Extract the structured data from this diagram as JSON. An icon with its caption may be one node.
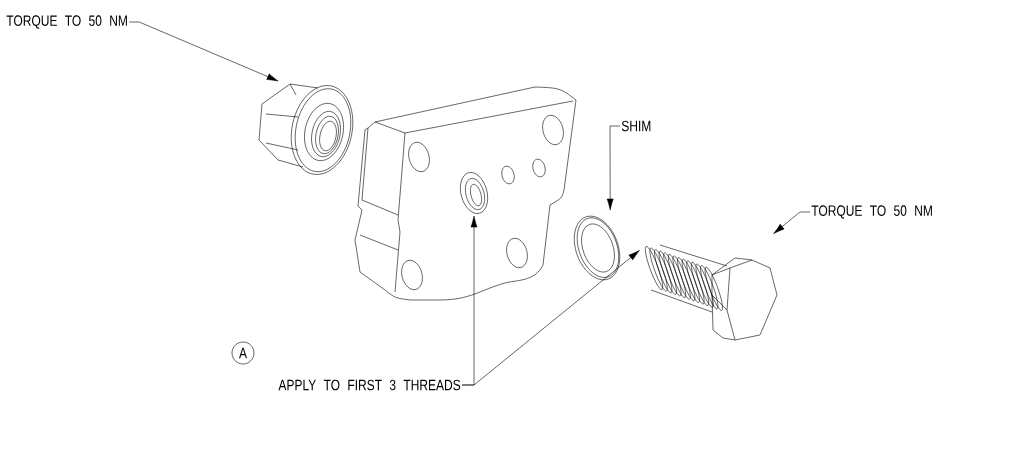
{
  "diagram": {
    "nodes": [
      {
        "text": [
          "TORQUE TO 50 NM"
        ]
      },
      {
        "text": [],
        "shape": "picture"
      },
      {
        "text": [],
        "shape": "picture"
      },
      {
        "text": [],
        "shape": "circle",
        "in": 2
      },
      {
        "text": [
          "SHIM"
        ]
      },
      {
        "text": [],
        "shape": "picture"
      },
      {
        "text": [
          "TORQUE TO 50 NM"
        ]
      },
      {
        "text": [],
        "shape": "picture"
      },
      {
        "text": [
          "A"
        ]
      },
      {
        "text": [
          "APPLY TO FIRST 3 THREADS"
        ]
      }
    ],
    "edges": [
      {
        "from": 0,
        "to": 1,
        "arrow": "to"
      },
      {
        "from": 4,
        "to": 5,
        "arrow": "to"
      },
      {
        "from": 6,
        "to": 7,
        "arrow": "to"
      },
      {
        "from": 9,
        "to": 3,
        "arrow": "to"
      },
      {
        "from": 9,
        "to": 7,
        "arrow": "to"
      }
    ]
  }
}
